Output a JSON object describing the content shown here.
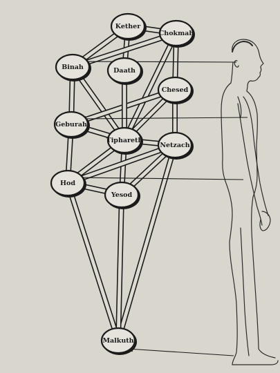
{
  "tree_of_life": {
    "nodes": [
      {
        "id": "kether",
        "label": "Kether"
      },
      {
        "id": "chokmah",
        "label": "Chokmah"
      },
      {
        "id": "binah",
        "label": "Binah"
      },
      {
        "id": "daath",
        "label": "Daath"
      },
      {
        "id": "chesed",
        "label": "Chesed"
      },
      {
        "id": "geburah",
        "label": "Geburah"
      },
      {
        "id": "tiphareth",
        "label": "Tiphareth"
      },
      {
        "id": "netzach",
        "label": "Netzach"
      },
      {
        "id": "hod",
        "label": "Hod"
      },
      {
        "id": "yesod",
        "label": "Yesod"
      },
      {
        "id": "malkuth",
        "label": "Malkuth"
      }
    ]
  },
  "figure": {
    "subject": "human-figure-standing-profile",
    "arrows": [
      {
        "from_body": "head",
        "to_node": "binah"
      },
      {
        "from_body": "chest",
        "to_node": "geburah"
      },
      {
        "from_body": "waist",
        "to_node": "hod"
      },
      {
        "from_body": "feet",
        "to_node": "malkuth"
      }
    ]
  },
  "colors": {
    "paper": "#d9d6cd",
    "ink": "#1b1b1b",
    "node_fill": "#e6e3dc",
    "path_fill": "#dedbd3"
  }
}
